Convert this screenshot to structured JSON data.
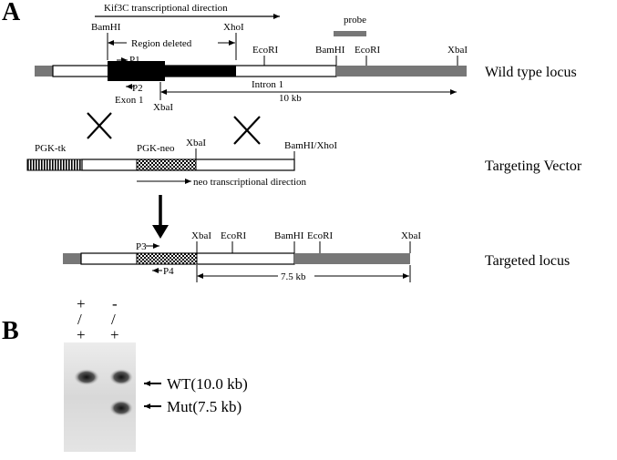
{
  "panel_a": {
    "letter": "A",
    "kif3c_direction": "Kif3C transcriptional direction",
    "probe": "probe",
    "wild_type": {
      "title": "Wild type locus",
      "bamhi_left": "BamHI",
      "xhoi": "XhoI",
      "region_deleted": "Region deleted",
      "ecori_1": "EcoRI",
      "bamhi_right": "BamHI",
      "ecori_2": "EcoRI",
      "xbai_right": "XbaI",
      "p1": "P1",
      "p2": "P2",
      "exon1": "Exon 1",
      "xbai_left": "XbaI",
      "intron1": "Intron 1",
      "size": "10 kb"
    },
    "targeting_vector": {
      "title": "Targeting Vector",
      "pgk_tk": "PGK-tk",
      "pgk_neo": "PGK-neo",
      "xbai": "XbaI",
      "bamhi_xhoi": "BamHI/XhoI",
      "neo_direction": "neo transcriptional direction"
    },
    "targeted": {
      "title": "Targeted locus",
      "xbai_left": "XbaI",
      "ecori_1": "EcoRI",
      "bamhi": "BamHI",
      "ecori_2": "EcoRI",
      "xbai_right": "XbaI",
      "p3": "P3",
      "p4": "P4",
      "size": "7.5 kb"
    }
  },
  "panel_b": {
    "letter": "B",
    "lanes": [
      {
        "top": "+",
        "sep": "/",
        "bottom": "+"
      },
      {
        "top": "-",
        "sep": "/",
        "bottom": "+"
      }
    ],
    "bands": [
      {
        "label": "WT(10.0 kb)",
        "lanes_present": [
          1,
          2
        ]
      },
      {
        "label": "Mut(7.5 kb)",
        "lanes_present": [
          2
        ]
      }
    ]
  },
  "colors": {
    "gray_region": "#7a7a7a",
    "exon": "#000000",
    "line": "#000000"
  }
}
